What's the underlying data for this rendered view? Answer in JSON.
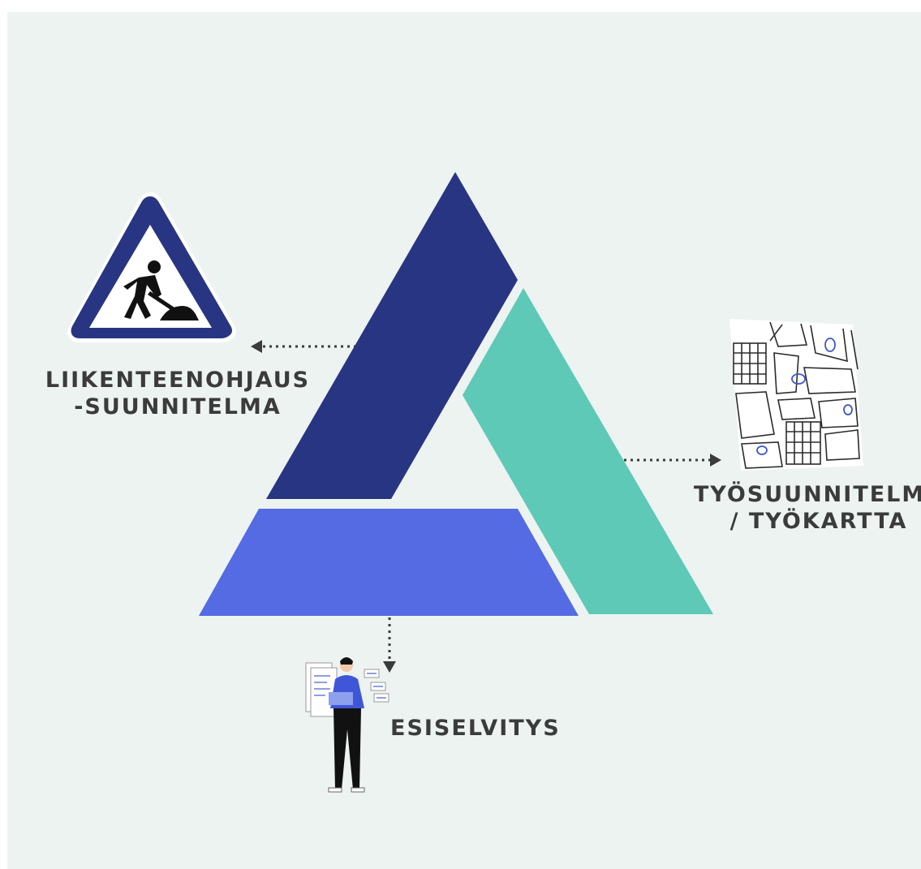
{
  "labels": {
    "traffic_plan": {
      "line1": "LIIKENTEENOHJAUS",
      "line2": "-SUUNNITELMA"
    },
    "work_plan": {
      "line1": "TYÖSUUNNITELMA",
      "line2": "/ TYÖKARTTA"
    },
    "pre_study": "ESISELVITYS"
  },
  "colors": {
    "background": "#edf3f1",
    "segment_dark": "#283582",
    "segment_teal": "#5ec9b7",
    "segment_blue": "#546be3",
    "text": "#3b3b3b",
    "arrow": "#3b3b3b"
  },
  "icons": {
    "traffic_plan": "roadwork-warning-sign-icon",
    "work_plan": "street-map-sketch-icon",
    "pre_study": "person-with-documents-icon"
  }
}
